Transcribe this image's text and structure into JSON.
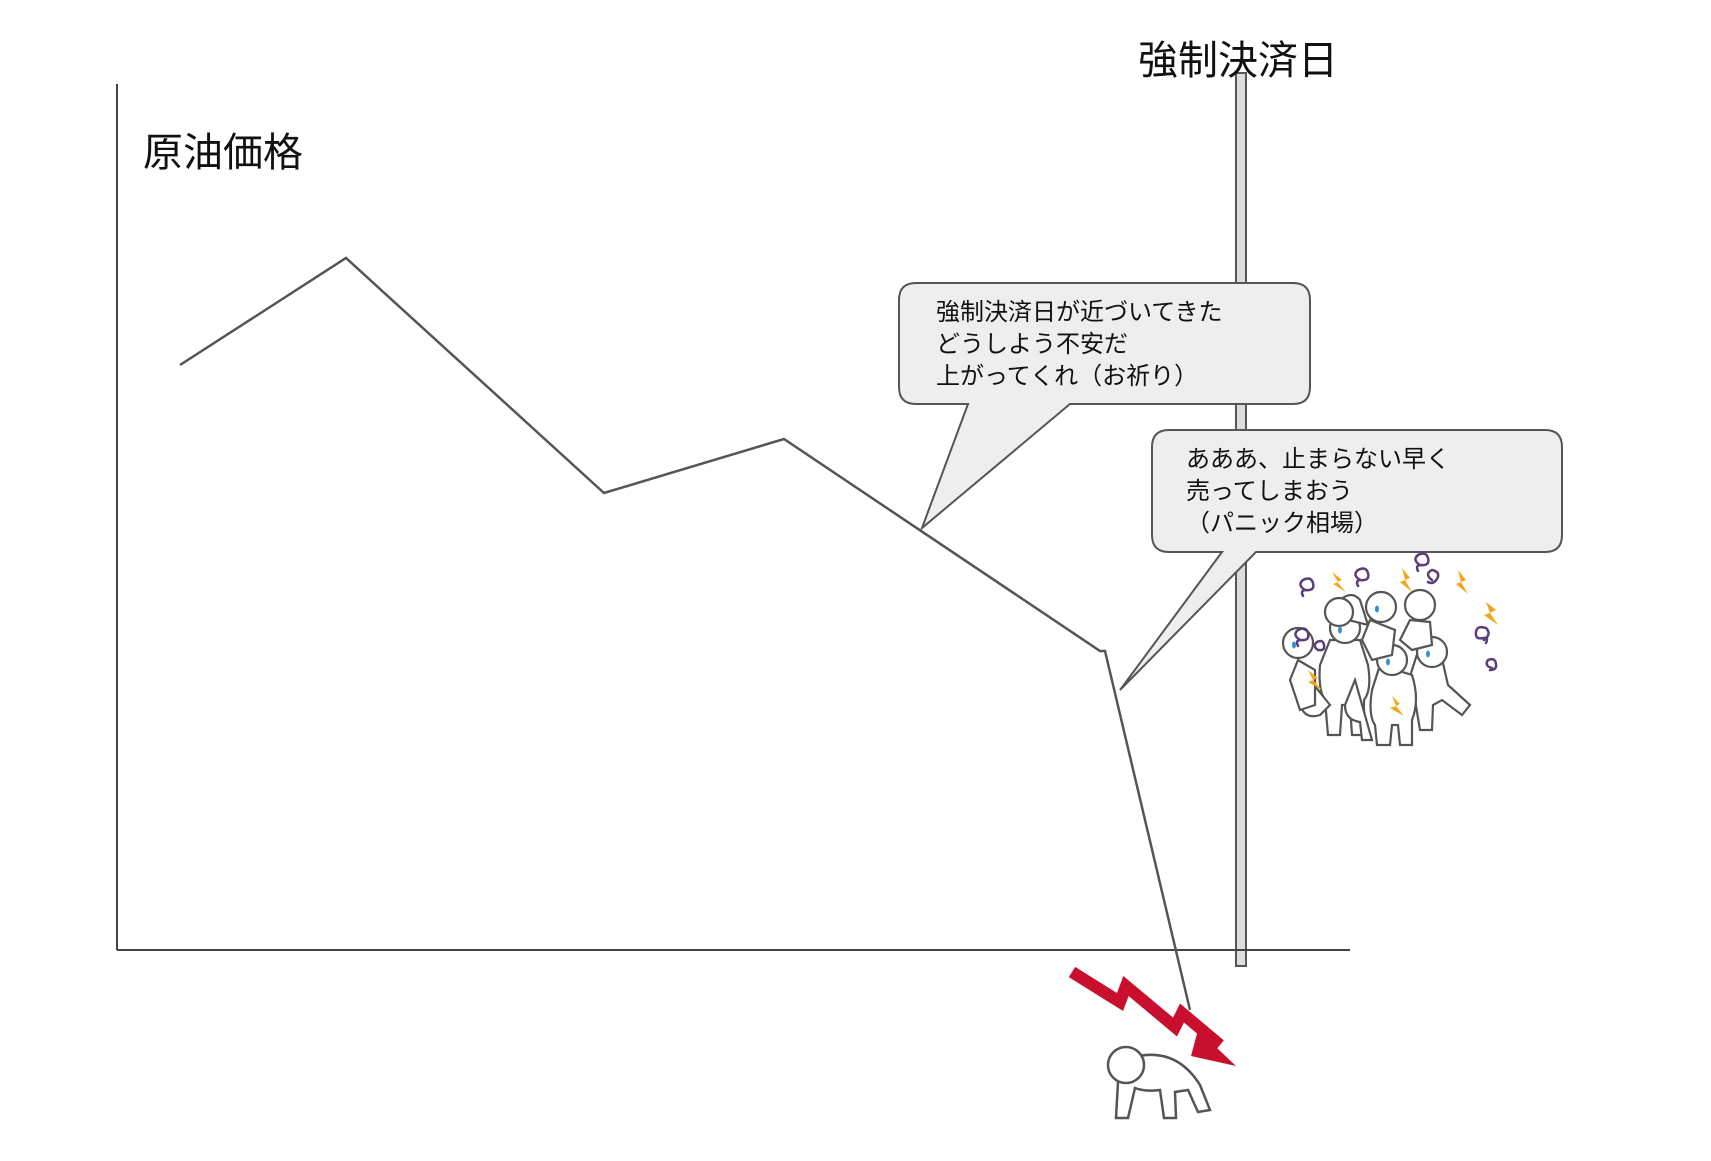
{
  "diagram": {
    "y_axis_label": "原油価格",
    "deadline_label": "強制決済日",
    "bubble1_lines": [
      "強制決済日が近づいてきた",
      "どうしよう不安だ",
      "上がってくれ（お祈り）"
    ],
    "bubble2_lines": [
      "あああ、止まらない早く",
      "売ってしまおう",
      "（パニック相場）"
    ],
    "colors": {
      "line": "#555555",
      "axis": "#444444",
      "bubble_fill": "#eeeeee",
      "bubble_stroke": "#555555",
      "deadline_bar": "#dddddd",
      "down_arrow": "#c8102e",
      "stress_bolt": "#f2a71b",
      "stress_swirl": "#5a3d7a"
    },
    "icons": [
      "down-arrow-icon",
      "crawling-person-icon",
      "panic-crowd-icon"
    ]
  }
}
